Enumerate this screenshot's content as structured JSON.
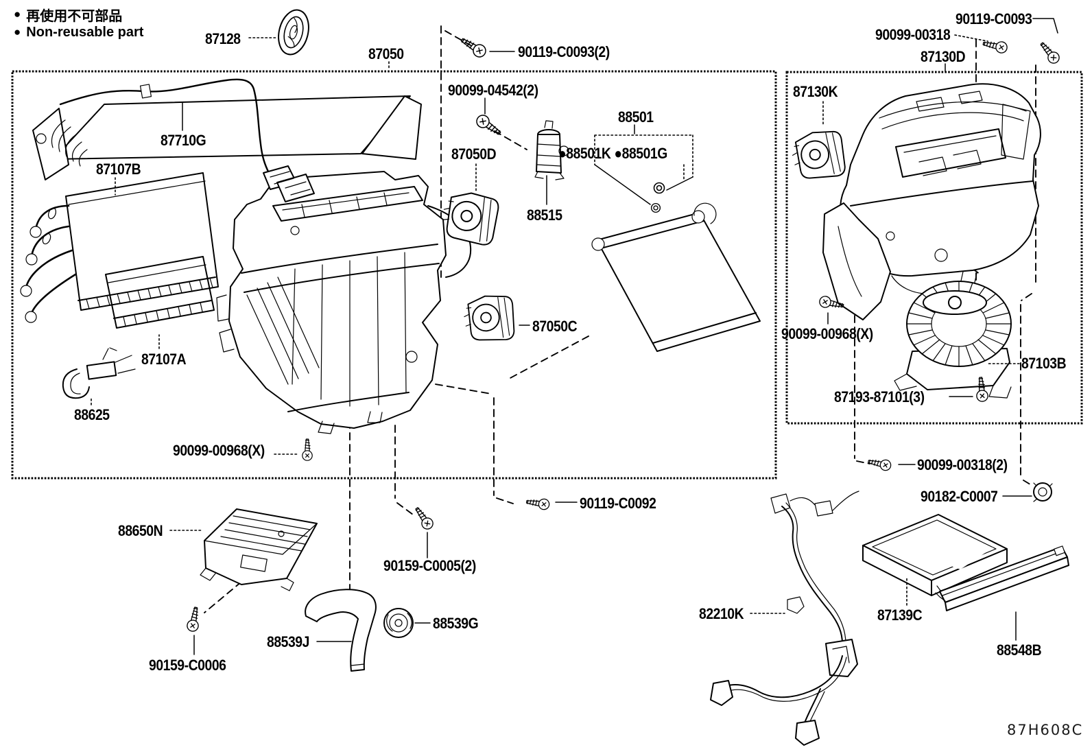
{
  "legend": {
    "items": [
      {
        "bullet": "●",
        "text": "再使用不可部品"
      },
      {
        "bullet": "●",
        "text": "Non-reusable part"
      }
    ]
  },
  "diagram_code": "87H608C",
  "colors": {
    "line": "#000000",
    "background": "#ffffff"
  },
  "labels": [
    {
      "id": "87128",
      "text": "87128"
    },
    {
      "id": "87050",
      "text": "87050"
    },
    {
      "id": "90119-C0093-2",
      "text": "90119-C0093(2)"
    },
    {
      "id": "90099-04542-2",
      "text": "90099-04542(2)"
    },
    {
      "id": "88501",
      "text": "88501"
    },
    {
      "id": "87050D",
      "text": "87050D"
    },
    {
      "id": "88501K-88501G",
      "text": "●88501K ●88501G"
    },
    {
      "id": "88515",
      "text": "88515"
    },
    {
      "id": "87710G",
      "text": "87710G"
    },
    {
      "id": "87107B",
      "text": "87107B"
    },
    {
      "id": "87050C",
      "text": "87050C"
    },
    {
      "id": "87107A",
      "text": "87107A"
    },
    {
      "id": "88625",
      "text": "88625"
    },
    {
      "id": "90099-00968X-L",
      "text": "90099-00968(X)"
    },
    {
      "id": "90119-C0092",
      "text": "90119-C0092"
    },
    {
      "id": "88650N",
      "text": "88650N"
    },
    {
      "id": "90159-C0005-2",
      "text": "90159-C0005(2)"
    },
    {
      "id": "90159-C0006",
      "text": "90159-C0006"
    },
    {
      "id": "88539J",
      "text": "88539J"
    },
    {
      "id": "88539G",
      "text": "88539G"
    },
    {
      "id": "82210K",
      "text": "82210K"
    },
    {
      "id": "87130D",
      "text": "87130D"
    },
    {
      "id": "90099-00318",
      "text": "90099-00318"
    },
    {
      "id": "90119-C0093",
      "text": "90119-C0093"
    },
    {
      "id": "87130K",
      "text": "87130K"
    },
    {
      "id": "90099-00968X-R",
      "text": "90099-00968(X)"
    },
    {
      "id": "87103B",
      "text": "87103B"
    },
    {
      "id": "87193-87101-3",
      "text": "87193-87101(3)"
    },
    {
      "id": "90099-00318-2",
      "text": "90099-00318(2)"
    },
    {
      "id": "90182-C0007",
      "text": "90182-C0007"
    },
    {
      "id": "87139C",
      "text": "87139C"
    },
    {
      "id": "88548B",
      "text": "88548B"
    }
  ]
}
